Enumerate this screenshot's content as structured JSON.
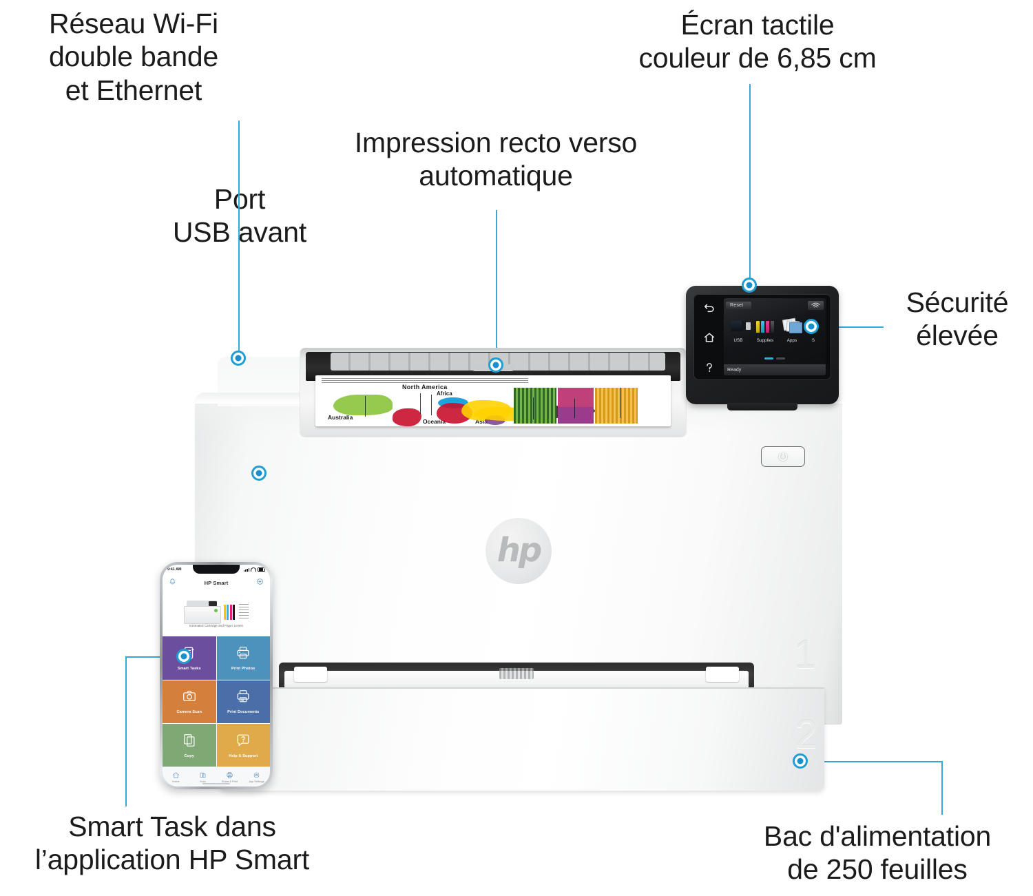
{
  "accent_color": "#1f9ed4",
  "callouts": [
    {
      "id": "wifi",
      "label": "Réseau Wi-Fi\ndouble bande\net Ethernet"
    },
    {
      "id": "usb",
      "label": "Port\nUSB avant"
    },
    {
      "id": "duplex",
      "label": "Impression recto verso\nautomatique"
    },
    {
      "id": "display",
      "label": "Écran tactile\ncouleur de 6,85 cm"
    },
    {
      "id": "security",
      "label": "Sécurité\nélevée"
    },
    {
      "id": "smart",
      "label": "Smart Task dans\nl’application HP Smart"
    },
    {
      "id": "tray",
      "label": "Bac d'alimentation\nde 250 feuilles"
    }
  ],
  "printer": {
    "brand_logo": "hp",
    "power_button_icon": "power-icon",
    "tray_numbers": [
      "1",
      "2"
    ],
    "control_panel": {
      "keys": [
        "back-arrow-icon",
        "home-icon",
        "help-question-icon"
      ],
      "screen": {
        "reset_button": "Reset",
        "wireless_icon": "wireless-direct-icon",
        "tiles": [
          {
            "label": "USB",
            "icon": "usb-drive-icon"
          },
          {
            "label": "Supplies",
            "icon": "cartridge-levels-icon"
          },
          {
            "label": "Apps",
            "icon": "apps-icon"
          },
          {
            "label": "S",
            "icon": "setup-gear-icon"
          }
        ],
        "page_indicator": {
          "pages": 2,
          "active": 1
        },
        "status": "Ready"
      }
    },
    "test_page": {
      "titles": [
        "North America",
        "Africa",
        "Australia",
        "Oceania",
        "Asia"
      ]
    }
  },
  "phone": {
    "status_bar": {
      "time": "9:41 AM",
      "signal_icon": "signal-bars-icon",
      "wifi_icon": "wifi-icon",
      "battery_icon": "battery-icon"
    },
    "header": {
      "title": "HP Smart",
      "left_icon": "bell-icon",
      "right_icon": "add-printer-icon"
    },
    "hero": {
      "caption": "Estimated Cartridge and Paper Levels",
      "printer_icon": "printer-icon",
      "levels_icon": "ink-levels-icon"
    },
    "tiles": [
      {
        "label": "Smart Tasks",
        "color": "#6b4e9e",
        "icon": "checklist-sparkle-icon"
      },
      {
        "label": "Print Photos",
        "color": "#4d91bd",
        "icon": "photo-printer-icon"
      },
      {
        "label": "Camera Scan",
        "color": "#d4803c",
        "icon": "camera-icon"
      },
      {
        "label": "Print Documents",
        "color": "#4a6fa8",
        "icon": "document-printer-icon"
      },
      {
        "label": "Copy",
        "color": "#7fa874",
        "icon": "copy-pages-icon"
      },
      {
        "label": "Help & Support",
        "color": "#e0a94a",
        "icon": "question-bubble-icon"
      }
    ],
    "tabs": [
      {
        "label": "Home",
        "icon": "home-icon"
      },
      {
        "label": "Scan",
        "icon": "scan-icon"
      },
      {
        "label": "Share & Print",
        "icon": "share-print-icon"
      },
      {
        "label": "App Settings",
        "icon": "settings-gear-icon"
      }
    ]
  }
}
